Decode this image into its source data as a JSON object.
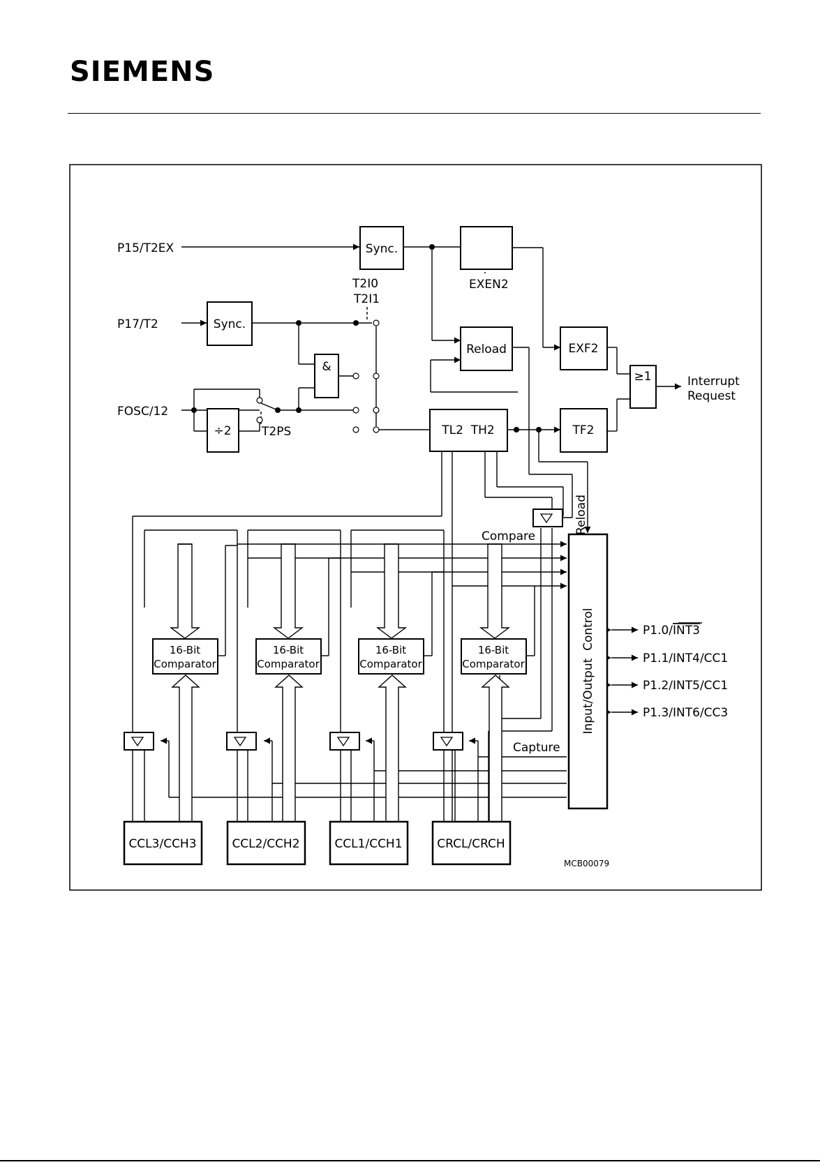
{
  "header": {
    "logo": "SIEMENS"
  },
  "diagram": {
    "inputs": {
      "p15": "P15/T2EX",
      "p17": "P17/T2",
      "fosc": "FOSC/12"
    },
    "blocks": {
      "sync_top": "Sync.",
      "sync_mid": "Sync.",
      "exen2": "EXEN2",
      "reload": "Reload",
      "exf2": "EXF2",
      "and_gate": "&",
      "or_gate": "≥1",
      "divider": "÷2",
      "tl2th2": "TL2  TH2",
      "tf2": "TF2",
      "io_control": "Input/Output  Control"
    },
    "labels": {
      "t2i0": "T2I0",
      "t2i1": "T2I1",
      "t2ps": "T2PS",
      "interrupt": "Interrupt",
      "request": "Request",
      "compare": "Compare",
      "capture": "Capture",
      "reload_vertical": "Reload",
      "code": "MCB00079"
    },
    "comparators": [
      {
        "line1": "16-Bit",
        "line2": "Comparator"
      },
      {
        "line1": "16-Bit",
        "line2": "Comparator"
      },
      {
        "line1": "16-Bit",
        "line2": "Comparator"
      },
      {
        "line1": "16-Bit",
        "line2": "Comparator"
      }
    ],
    "registers": [
      "CCL3/CCH3",
      "CCL2/CCH2",
      "CCL1/CCH1",
      "CRCL/CRCH"
    ],
    "ports": [
      "P1.0/",
      "P1.1/INT4/CC1",
      "P1.2/INT5/CC1",
      "P1.3/INT6/CC3"
    ],
    "port0_overline": "INT3"
  }
}
